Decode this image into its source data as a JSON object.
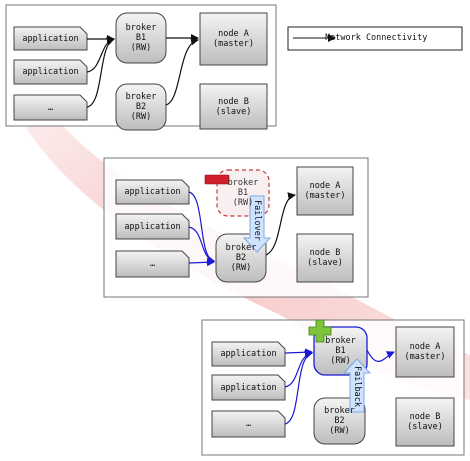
{
  "legend": {
    "label": "Network Connectivity"
  },
  "panels": [
    {
      "apps": [
        "application",
        "application",
        "…"
      ],
      "broker_b1": [
        "broker",
        "B1",
        "(RW)"
      ],
      "broker_b2": [
        "broker",
        "B2",
        "(RW)"
      ],
      "node_a": [
        "node A",
        "(master)"
      ],
      "node_b": [
        "node B",
        "(slave)"
      ]
    },
    {
      "apps": [
        "application",
        "application",
        "…"
      ],
      "broker_b1": [
        "broker",
        "B1",
        "(RW)"
      ],
      "broker_b2": [
        "broker",
        "B2",
        "(RW)"
      ],
      "node_a": [
        "node A",
        "(master)"
      ],
      "node_b": [
        "node B",
        "(slave)"
      ],
      "transition_label": "Failover"
    },
    {
      "apps": [
        "application",
        "application",
        "…"
      ],
      "broker_b1": [
        "broker",
        "B1",
        "(RW)"
      ],
      "broker_b2": [
        "broker",
        "B2",
        "(RW)"
      ],
      "node_a": [
        "node A",
        "(master)"
      ],
      "node_b": [
        "node B",
        "(slave)"
      ],
      "transition_label": "Failback"
    }
  ],
  "colors": {
    "link_blue": "#1a1ad6",
    "link_black": "#111111",
    "failed_broker": "#c23a3a",
    "minus_badge": "#d21e2a",
    "plus_badge": "#7cc43a",
    "flow_ribbon": "#f6c2c2",
    "transition_arrow": "#cfe3ff"
  },
  "icons": {
    "failed": "minus-badge-icon",
    "recovered": "plus-badge-icon"
  }
}
